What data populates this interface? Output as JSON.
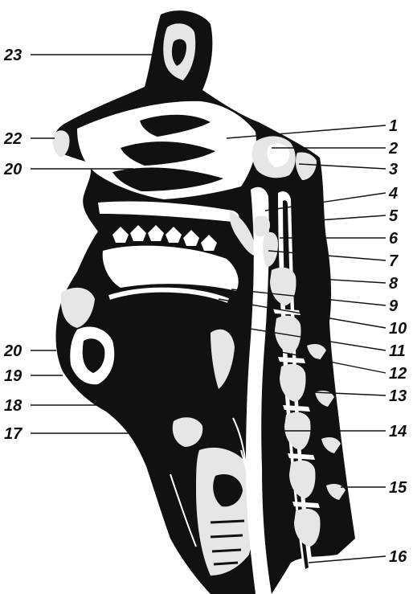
{
  "figure": {
    "colors": {
      "ink": "#111111",
      "paper": "#ffffff",
      "tissue": "#e6e6e6"
    },
    "left_labels": [
      {
        "id": "L23",
        "text": "23"
      },
      {
        "id": "L22",
        "text": "22"
      },
      {
        "id": "L20a",
        "text": "20"
      },
      {
        "id": "L20b",
        "text": "20"
      },
      {
        "id": "L19",
        "text": "19"
      },
      {
        "id": "L18",
        "text": "18"
      },
      {
        "id": "L17",
        "text": "17"
      }
    ],
    "right_labels": [
      {
        "id": "R1",
        "text": "1"
      },
      {
        "id": "R2",
        "text": "2"
      },
      {
        "id": "R3",
        "text": "3"
      },
      {
        "id": "R4",
        "text": "4"
      },
      {
        "id": "R5",
        "text": "5"
      },
      {
        "id": "R6",
        "text": "6"
      },
      {
        "id": "R7",
        "text": "7"
      },
      {
        "id": "R8",
        "text": "8"
      },
      {
        "id": "R9",
        "text": "9"
      },
      {
        "id": "R10",
        "text": "10"
      },
      {
        "id": "R11",
        "text": "11"
      },
      {
        "id": "R12",
        "text": "12"
      },
      {
        "id": "R13",
        "text": "13"
      },
      {
        "id": "R14",
        "text": "14"
      },
      {
        "id": "R15",
        "text": "15"
      },
      {
        "id": "R16",
        "text": "16"
      }
    ]
  }
}
